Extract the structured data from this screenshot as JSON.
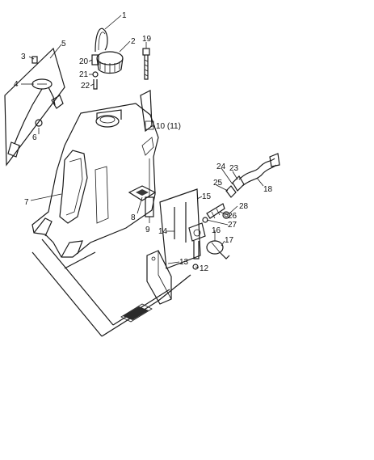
{
  "callouts": [
    {
      "id": "c1",
      "text": "1"
    },
    {
      "id": "c2",
      "text": "2"
    },
    {
      "id": "c3",
      "text": "3"
    },
    {
      "id": "c4",
      "text": "4"
    },
    {
      "id": "c5",
      "text": "5"
    },
    {
      "id": "c6",
      "text": "6"
    },
    {
      "id": "c7",
      "text": "7"
    },
    {
      "id": "c8",
      "text": "8"
    },
    {
      "id": "c9",
      "text": "9"
    },
    {
      "id": "c10",
      "text": "10 (11)"
    },
    {
      "id": "c12",
      "text": "12"
    },
    {
      "id": "c13",
      "text": "13"
    },
    {
      "id": "c14",
      "text": "14"
    },
    {
      "id": "c15",
      "text": "15"
    },
    {
      "id": "c16",
      "text": "16"
    },
    {
      "id": "c17",
      "text": "17"
    },
    {
      "id": "c18",
      "text": "18"
    },
    {
      "id": "c19",
      "text": "19"
    },
    {
      "id": "c20",
      "text": "20"
    },
    {
      "id": "c21",
      "text": "21"
    },
    {
      "id": "c22",
      "text": "22"
    },
    {
      "id": "c23",
      "text": "23"
    },
    {
      "id": "c24",
      "text": "24"
    },
    {
      "id": "c25",
      "text": "25"
    },
    {
      "id": "c26",
      "text": "26"
    },
    {
      "id": "c27",
      "text": "27"
    },
    {
      "id": "c28",
      "text": "28"
    }
  ]
}
